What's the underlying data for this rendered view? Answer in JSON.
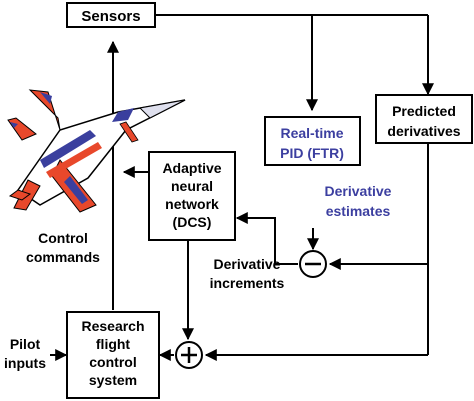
{
  "nodes": {
    "sensors": "Sensors",
    "predicted": [
      "Predicted",
      "derivatives"
    ],
    "pid": [
      "Real-time",
      "PID (FTR)"
    ],
    "adaptive": [
      "Adaptive",
      "neural",
      "network",
      "(DCS)"
    ],
    "research": [
      "Research",
      "flight",
      "control",
      "system"
    ]
  },
  "labels": {
    "derivative_estimates": [
      "Derivative",
      "estimates"
    ],
    "derivative_increments": [
      "Derivative",
      "increments"
    ],
    "control_commands": [
      "Control",
      "commands"
    ],
    "pilot_inputs": [
      "Pilot",
      "inputs"
    ]
  },
  "operators": {
    "minus": "−",
    "plus": "+"
  },
  "colors": {
    "pid_text": "#3c3fa0",
    "aircraft_red": "#e8482b",
    "aircraft_blue": "#3a3f9e"
  },
  "icons": {
    "aircraft": "fighter-jet-icon"
  }
}
